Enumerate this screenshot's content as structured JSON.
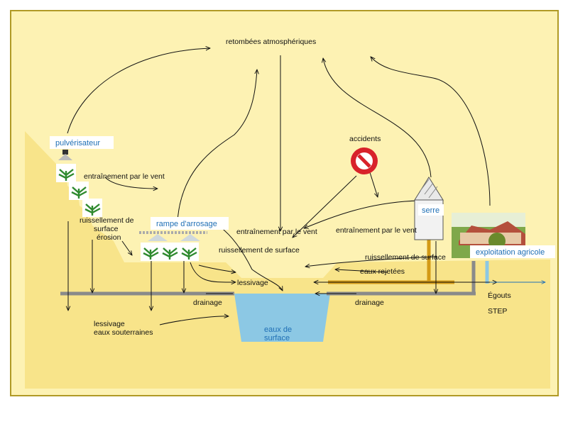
{
  "labels": {
    "retombees": "retombées  atmosphériques",
    "pulverisateur": "pulvérisateur",
    "entrainement_left": "entraînement par le vent",
    "ruissellement_erosion_1": "ruissellement de",
    "ruissellement_erosion_2": "surface",
    "ruissellement_erosion_3": "érosion",
    "rampe": "rampe  d'arrosage",
    "entrainement_mid": "entraînement par le vent",
    "entrainement_right": "entraînement par le vent",
    "ruissellement_mid": "ruissellement de surface",
    "ruissellement_right": "ruissellement de surface",
    "accidents": "accidents",
    "serre": "serre",
    "exploitation": "exploitation agricole",
    "lessivage_right": "lessivage",
    "eaux_rejetees": "eaux rejetées",
    "drainage_left": "drainage",
    "drainage_right": "drainage",
    "egouts": "Égouts",
    "step": "STEP",
    "lessivage_eaux_1": "lessivage",
    "lessivage_eaux_2": "eaux souterraines",
    "eaux_surface_1": "eaux de",
    "eaux_surface_2": "surface"
  },
  "colors": {
    "background": "#fdf2b3",
    "hill": "#f8e48a",
    "frame": "#b09a26",
    "water": "#8cc8e4",
    "drain_pipe": "#8a8a8a",
    "waste_pipe": "#d39a16",
    "label_blue": "#1f6fb5",
    "stop_red": "#d8222a"
  },
  "icons": [
    "sprayer-icon",
    "plant-icon",
    "irrigation-boom-icon",
    "stop-sign-icon",
    "greenhouse-icon",
    "farm-photo"
  ]
}
